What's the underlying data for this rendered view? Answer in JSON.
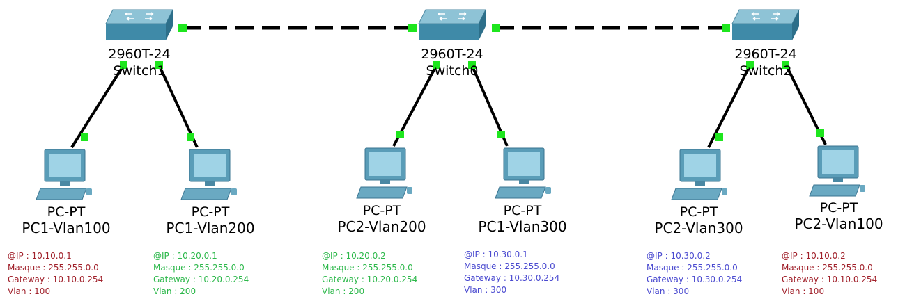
{
  "colors": {
    "link": "#000000",
    "port": "#1ee61e",
    "red": "#a0202a",
    "green": "#2db84b",
    "blue": "#4b4bd0"
  },
  "switches": [
    {
      "id": "switch1",
      "model": "2960T-24",
      "name": "Switch1"
    },
    {
      "id": "switch0",
      "model": "2960T-24",
      "name": "Switch0"
    },
    {
      "id": "switch2",
      "model": "2960T-24",
      "name": "Switch2"
    }
  ],
  "pcs": [
    {
      "id": "pc1-vlan100",
      "type": "PC-PT",
      "name": "PC1-Vlan100",
      "color": "red",
      "config": {
        "ip": "@IP : 10.10.0.1",
        "mask": "Masque : 255.255.0.0",
        "gateway": "Gateway : 10.10.0.254",
        "vlan": "Vlan : 100"
      }
    },
    {
      "id": "pc1-vlan200",
      "type": "PC-PT",
      "name": "PC1-Vlan200",
      "color": "green",
      "config": {
        "ip": "@IP : 10.20.0.1",
        "mask": "Masque : 255.255.0.0",
        "gateway": "Gateway : 10.20.0.254",
        "vlan": "Vlan : 200"
      }
    },
    {
      "id": "pc2-vlan200",
      "type": "PC-PT",
      "name": "PC2-Vlan200",
      "color": "green",
      "config": {
        "ip": "@IP : 10.20.0.2",
        "mask": "Masque : 255.255.0.0",
        "gateway": "Gateway : 10.20.0.254",
        "vlan": "Vlan : 200"
      }
    },
    {
      "id": "pc1-vlan300",
      "type": "PC-PT",
      "name": "PC1-Vlan300",
      "color": "blue",
      "config": {
        "ip": "@IP : 10.30.0.1",
        "mask": "Masque : 255.255.0.0",
        "gateway": "Gateway : 10.30.0.254",
        "vlan": "Vlan : 300"
      }
    },
    {
      "id": "pc2-vlan300",
      "type": "PC-PT",
      "name": "PC2-Vlan300",
      "color": "blue",
      "config": {
        "ip": "@IP : 10.30.0.2",
        "mask": "Masque : 255.255.0.0",
        "gateway": "Gateway : 10.30.0.254",
        "vlan": "Vlan : 300"
      }
    },
    {
      "id": "pc2-vlan100",
      "type": "PC-PT",
      "name": "PC2-Vlan100",
      "color": "red",
      "config": {
        "ip": "@IP : 10.10.0.2",
        "mask": "Masque : 255.255.0.0",
        "gateway": "Gateway : 10.10.0.254",
        "vlan": "Vlan : 100"
      }
    }
  ],
  "links": [
    {
      "from": "switch1",
      "to": "switch0",
      "style": "trunk"
    },
    {
      "from": "switch0",
      "to": "switch2",
      "style": "trunk"
    },
    {
      "from": "switch1",
      "to": "pc1-vlan100",
      "style": "access"
    },
    {
      "from": "switch1",
      "to": "pc1-vlan200",
      "style": "access"
    },
    {
      "from": "switch0",
      "to": "pc2-vlan200",
      "style": "access"
    },
    {
      "from": "switch0",
      "to": "pc1-vlan300",
      "style": "access"
    },
    {
      "from": "switch2",
      "to": "pc2-vlan300",
      "style": "access"
    },
    {
      "from": "switch2",
      "to": "pc2-vlan100",
      "style": "access"
    }
  ]
}
